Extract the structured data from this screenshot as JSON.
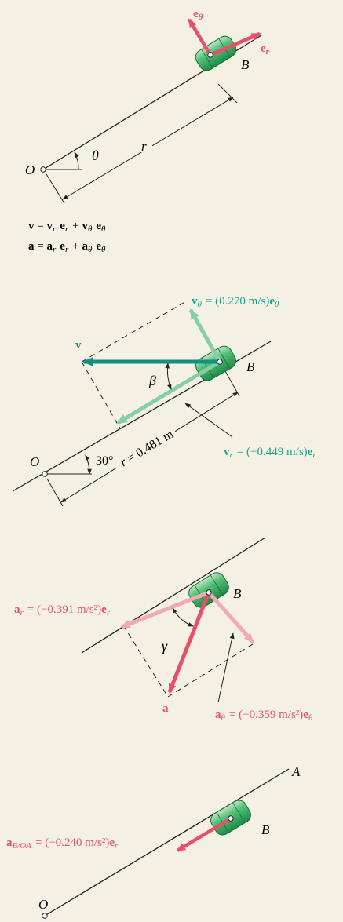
{
  "colors": {
    "background": "#f4f1e4",
    "magenta": "#e8506a",
    "magenta_light": "#f3a9b1",
    "teal": "#1aa48d",
    "teal_dark": "#14907e",
    "teal_light": "#86cea4",
    "collar_green": "#2fae5c"
  },
  "panel1": {
    "e_theta": "e",
    "e_theta_sub": "θ",
    "e_r": "e",
    "e_r_sub": "r",
    "point_B": "B",
    "origin": "O",
    "theta": "θ",
    "r": "r",
    "eq_v": "v = v_r e_r + v_θ e_θ",
    "eq_a": "a = a_r e_r + a_θ e_θ"
  },
  "panel2": {
    "v_theta_label": "v_θ = (0.270 m/s)e_θ",
    "v": "v",
    "beta": "β",
    "point_B": "B",
    "origin": "O",
    "angle": "30°",
    "r_value": "r = 0.481 m",
    "v_r_label": "v_r = (−0.449 m/s)e_r"
  },
  "panel3": {
    "a_r_label": "a_r = (−0.391 m/s²)e_r",
    "point_B": "B",
    "gamma": "γ",
    "a_theta_label": "a_θ = (−0.359 m/s²)e_θ",
    "a": "a"
  },
  "panel4": {
    "point_A": "A",
    "point_B": "B",
    "a_BOA_label": "a_B/OA = (−0.240 m/s²)e_r",
    "origin": "O"
  }
}
